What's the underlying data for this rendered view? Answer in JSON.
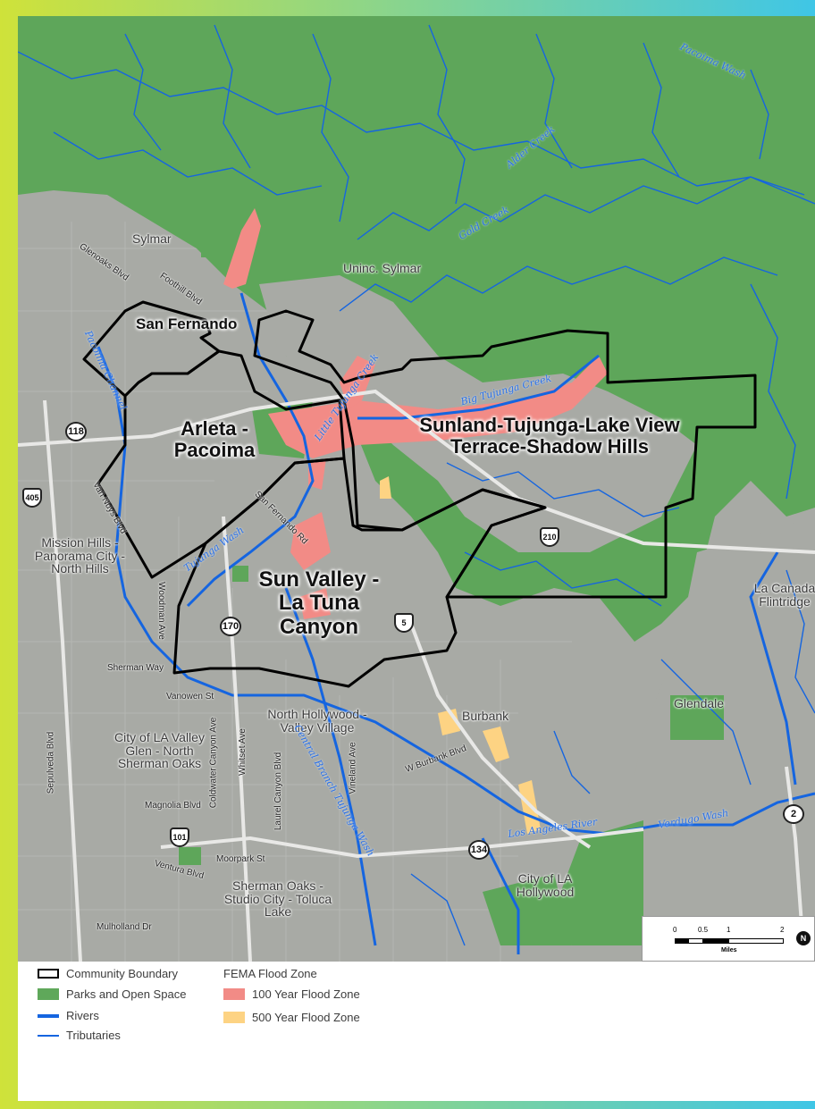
{
  "community_labels": [
    "San Fernando",
    "Arleta - Pacoima",
    "Sunland-Tujunga-Lake View Terrace-Shadow Hills",
    "Sun Valley - La Tuna Canyon"
  ],
  "places": [
    "Sylmar",
    "Uninc. Sylmar",
    "Mission Hills - Panorama City - North Hills",
    "La Canada Flintridge",
    "Glendale",
    "Burbank",
    "North Hollywood - Valley Village",
    "City of LA Valley Glen - North Sherman Oaks",
    "Sherman Oaks - Studio City - Toluca Lake",
    "City of LA Hollywood"
  ],
  "roads": [
    "Glenoaks Blvd",
    "Foothill Blvd",
    "Van Nuys Blvd",
    "San Fernando Rd",
    "Woodman Ave",
    "Sherman Way",
    "Vanowen St",
    "Coldwater Canyon Ave",
    "Whitset Ave",
    "Laurel Canyon Blvd",
    "Vineland Ave",
    "W Burbank Blvd",
    "Magnolia Blvd",
    "Moorpark St",
    "Ventura Blvd",
    "Mulholland Dr",
    "Sepulveda Blvd"
  ],
  "waterways": [
    "Pacoima Wash",
    "Alder Creek",
    "Gold Creek",
    "Big Tujunga Creek",
    "Little Tujunga Creek",
    "Tujunga Wash",
    "Central Branch Tujunga Wash",
    "Los Angeles River",
    "Verdugo Wash",
    "Pacoima Channel"
  ],
  "highways": [
    "118",
    "405",
    "170",
    "5",
    "210",
    "101",
    "134",
    "2"
  ],
  "scale": {
    "ticks": [
      "0",
      "0.5",
      "1",
      "2"
    ],
    "unit": "Miles",
    "north": "N"
  },
  "legend": {
    "community_boundary": "Community Boundary",
    "parks": "Parks and Open Space",
    "rivers": "Rivers",
    "tributaries": "Tributaries",
    "fema_title": "FEMA Flood Zone",
    "flood100": "100 Year Flood Zone",
    "flood500": "500 Year Flood Zone"
  },
  "colors": {
    "park": "#5fa85a",
    "river": "#1565e0",
    "flood100": "#f28b86",
    "flood500": "#fdd383",
    "boundary": "#000000",
    "urban": "#a9aba6"
  }
}
